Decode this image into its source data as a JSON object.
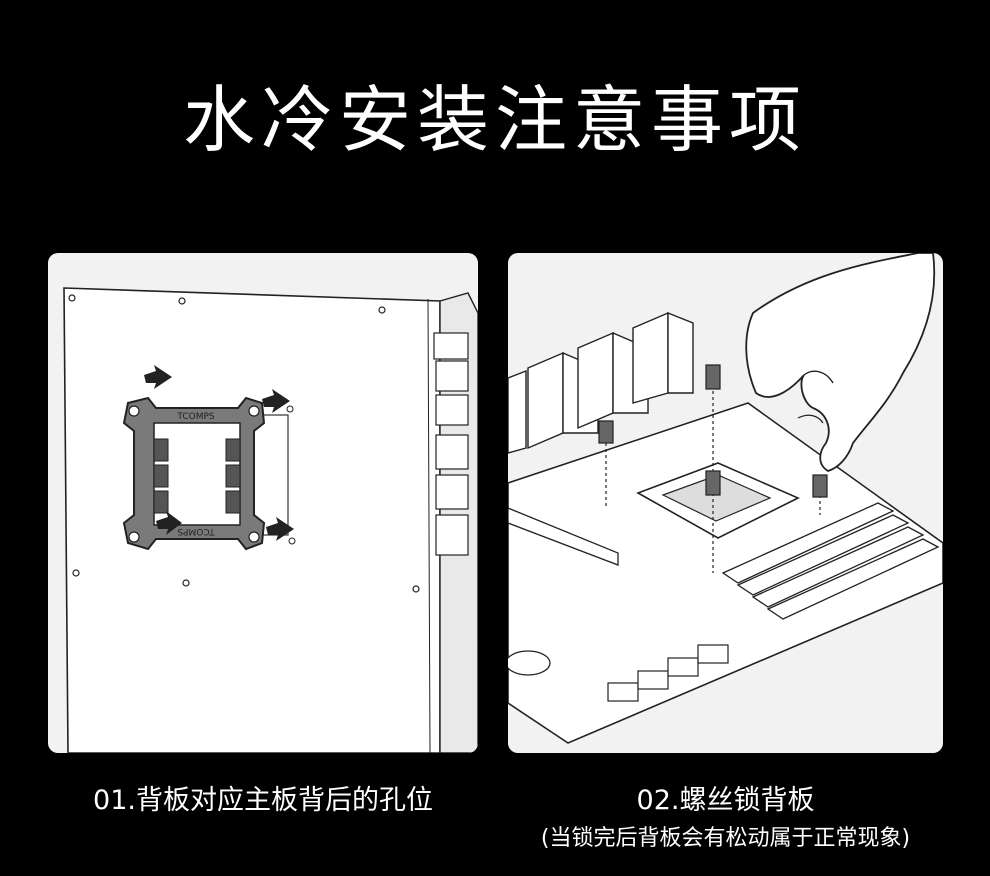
{
  "title": "水冷安装注意事项",
  "steps": [
    {
      "caption": "01.背板对应主板背后的孔位",
      "illustration_text": [
        "TCOMPS",
        "TCOMPS"
      ]
    },
    {
      "caption": "02.螺丝锁背板",
      "note": "(当锁完后背板会有松动属于正常现象)"
    }
  ]
}
